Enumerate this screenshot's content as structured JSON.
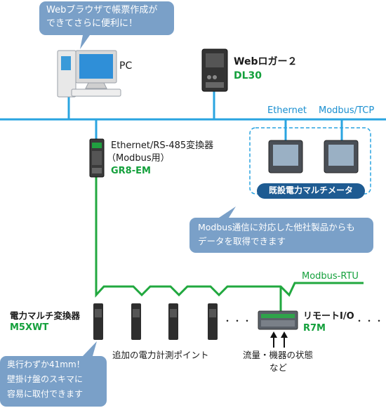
{
  "bubbles": {
    "top": [
      "Webブラウザで帳票作成が",
      "できてさらに便利に！"
    ],
    "middle": [
      "Modbus通信に対応した他社製品からも",
      "データを取得できます"
    ],
    "bottom": [
      "奥行わずか41mm！",
      "壁掛け盤のスキマに",
      "容易に取付できます"
    ]
  },
  "devices": {
    "pc": {
      "label": "PC"
    },
    "logger": {
      "name": "Webロガー２",
      "model": "DL30"
    },
    "converter": {
      "name_line1": "Ethernet/RS-485変換器",
      "name_line2": "（Modbus用）",
      "model": "GR8-EM"
    },
    "existing_meters": {
      "label": "既設電力マルチメータ"
    },
    "m5": {
      "name": "電力マルチ変換器",
      "model": "M5XWT"
    },
    "remote_io": {
      "name": "リモートI/O",
      "model": "R7M"
    }
  },
  "network": {
    "ethernet": "Ethernet",
    "modbus_tcp": "Modbus/TCP",
    "modbus_rtu": "Modbus-RTU"
  },
  "captions": {
    "additional_points": "追加の電力計測ポイント",
    "flow_status_1": "流量・機器の状態",
    "flow_status_2": "など",
    "ellipsis": "・・・"
  },
  "colors": {
    "ethernet_line": "#2aa4e0",
    "rtu_line": "#21a83f",
    "bubble": "#7aa0c8",
    "label_pill": "#1e5b92",
    "green_text": "#14a03c",
    "blue_text": "#1a8fd0"
  }
}
